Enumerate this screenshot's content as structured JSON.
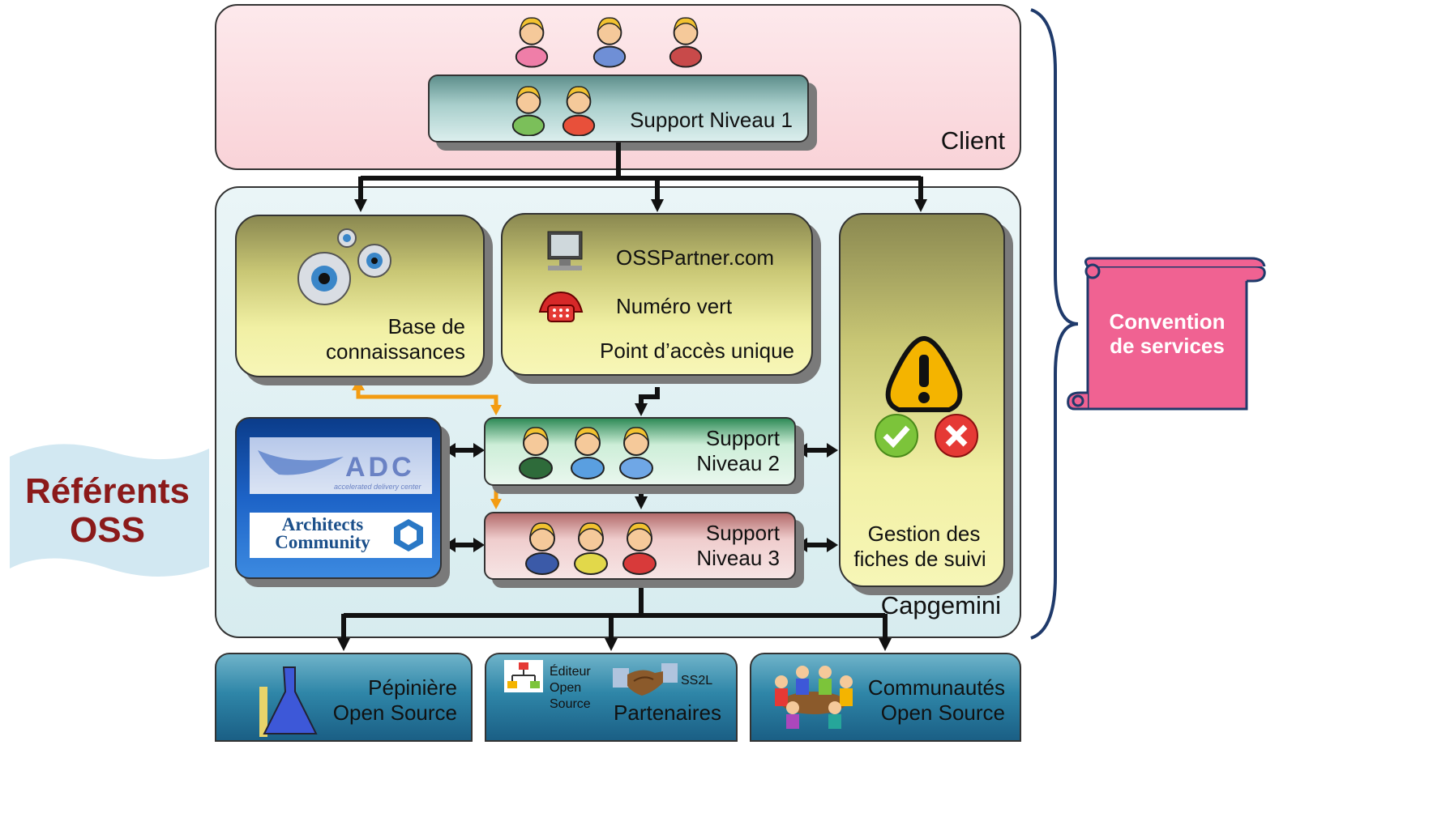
{
  "regions": {
    "client": "Client",
    "capgemini": "Capgemini"
  },
  "support1": "Support Niveau 1",
  "knowledge": {
    "line1": "Base de",
    "line2": "connaissances"
  },
  "access": {
    "site": "OSSPartner.com",
    "phone": "Numéro vert",
    "title": "Point d’accès unique"
  },
  "tracking": {
    "line1": "Gestion des",
    "line2": "fiches de suivi"
  },
  "support2": {
    "line1": "Support",
    "line2": "Niveau 2"
  },
  "support3": {
    "line1": "Support",
    "line2": "Niveau 3"
  },
  "referents": {
    "title_line1": "Référents",
    "title_line2": "OSS",
    "adc_logo": "ADC",
    "adc_tagline": "accelerated delivery center",
    "architects_line1": "Architects",
    "architects_line2": "Community"
  },
  "convention": {
    "line1": "Convention",
    "line2": "de services"
  },
  "bottom": {
    "pepiniere": {
      "line1": "Pépinière",
      "line2": "Open Source"
    },
    "partenaires": {
      "title": "Partenaires",
      "editeur_line1": "Éditeur",
      "editeur_line2": "Open",
      "editeur_line3": "Source",
      "ss2l": "SS2L"
    },
    "communautes": {
      "line1": "Communautés",
      "line2": "Open Source"
    }
  },
  "colors": {
    "convention": "#f06292",
    "referents_text": "#8b1a1a",
    "orange_arrow": "#f39c12",
    "brace": "#1f3a6b"
  }
}
